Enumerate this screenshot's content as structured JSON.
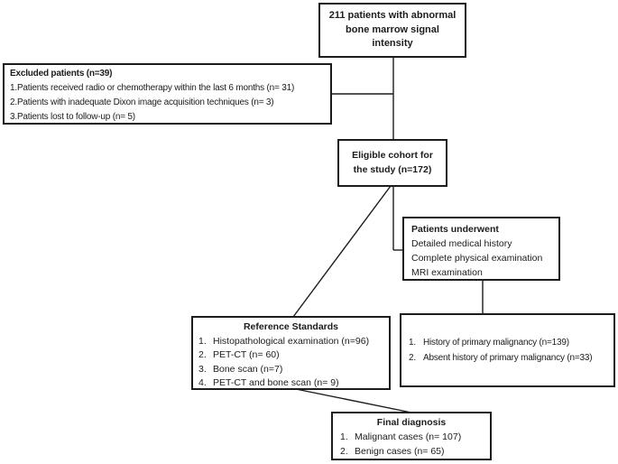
{
  "colors": {
    "ink": "#1c1c1c",
    "bg": "#ffffff"
  },
  "boxes": {
    "initial": {
      "text": "211 patients with abnormal bone marrow signal intensity"
    },
    "excluded": {
      "title": "Excluded patients (n=39)",
      "items": [
        "1.Patients received radio or chemotherapy within the last 6 months (n= 31)",
        "2.Patients with inadequate Dixon image acquisition techniques (n= 3)",
        "3.Patients lost to follow-up (n= 5)"
      ]
    },
    "eligible": {
      "text": "Eligible cohort for the study (n=172)"
    },
    "underwent": {
      "title": "Patients underwent",
      "items": [
        "Detailed medical history",
        "Complete physical examination",
        "MRI examination"
      ]
    },
    "reference": {
      "title": "Reference Standards",
      "items": [
        {
          "num": "1.",
          "text": "Histopathological examination (n=96)"
        },
        {
          "num": "2.",
          "text": "PET-CT (n= 60)"
        },
        {
          "num": "3.",
          "text": "Bone scan (n=7)"
        },
        {
          "num": "4.",
          "text": "PET-CT and bone scan (n= 9)"
        }
      ]
    },
    "history": {
      "items": [
        {
          "num": "1.",
          "text": "History of primary malignancy (n=139)"
        },
        {
          "num": "2.",
          "text": "Absent history of primary malignancy (n=33)"
        }
      ]
    },
    "final": {
      "title": "Final diagnosis",
      "items": [
        {
          "num": "1.",
          "text": "Malignant cases (n= 107)"
        },
        {
          "num": "2.",
          "text": "Benign cases (n= 65)"
        }
      ]
    }
  }
}
